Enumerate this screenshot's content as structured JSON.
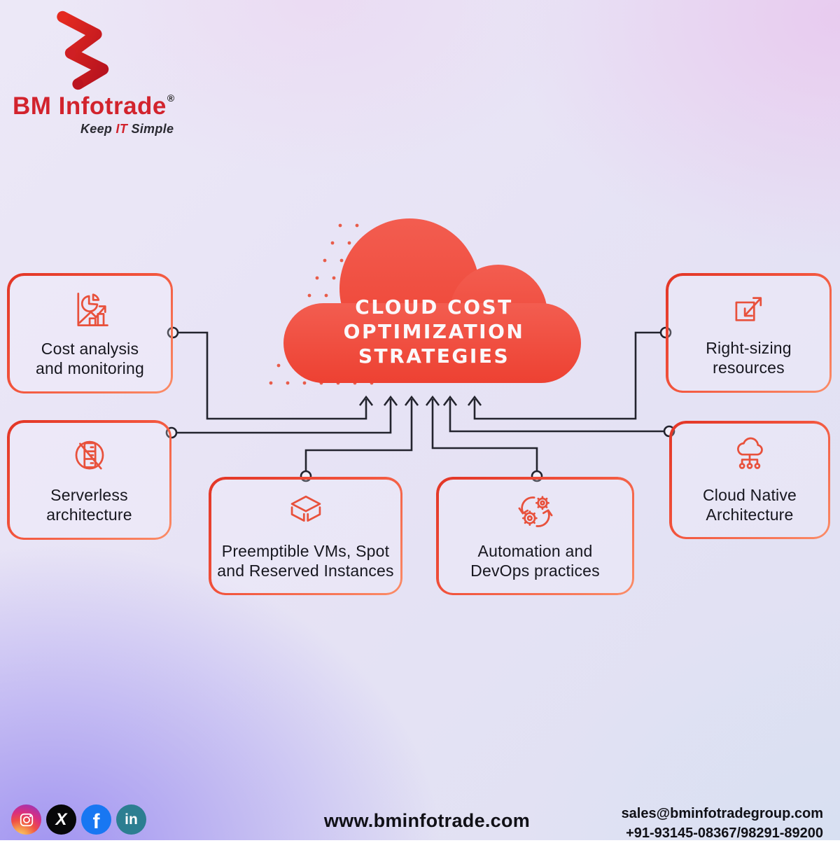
{
  "brand": {
    "name": "BM Infotrade",
    "registered": "®",
    "tagline_pre": "Keep ",
    "tagline_accent": "IT",
    "tagline_post": " Simple"
  },
  "cloud": {
    "title": "CLOUD COST OPTIMIZATION STRATEGIES"
  },
  "boxes": [
    {
      "id": "cost-analysis",
      "icon": "chart-pie-growth-icon",
      "label": "Cost analysis\nand monitoring"
    },
    {
      "id": "serverless",
      "icon": "no-server-icon",
      "label": "Serverless\narchitecture"
    },
    {
      "id": "preemptible",
      "icon": "cube-icon",
      "label": "Preemptible VMs, Spot\nand Reserved Instances"
    },
    {
      "id": "automation",
      "icon": "gears-cycle-icon",
      "label": "Automation and\nDevOps practices"
    },
    {
      "id": "right-sizing",
      "icon": "resize-arrow-icon",
      "label": "Right-sizing\nresources"
    },
    {
      "id": "cloud-native",
      "icon": "cloud-network-icon",
      "label": "Cloud Native\nArchitecture"
    }
  ],
  "footer": {
    "website": "www.bminfotrade.com",
    "email": "sales@bminfotradegroup.com",
    "phone": "+91-93145-08367/98291-89200",
    "social": [
      {
        "name": "instagram"
      },
      {
        "name": "x-twitter",
        "glyph": "X"
      },
      {
        "name": "facebook",
        "glyph": "f"
      },
      {
        "name": "linkedin",
        "glyph": "in"
      }
    ]
  },
  "colors": {
    "accent": "#f0503e",
    "cloud_top": "#f25a4e",
    "cloud_bottom": "#ed4132",
    "border_from": "#e23526",
    "border_to": "#fb8d68",
    "line": "#23242e",
    "logo_red": "#d2232d"
  }
}
